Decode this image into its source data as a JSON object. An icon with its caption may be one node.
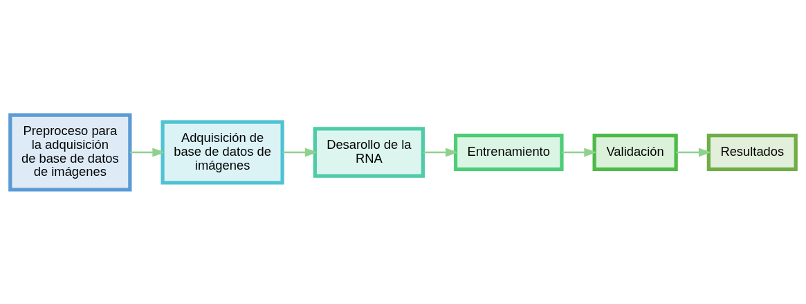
{
  "diagram": {
    "nodes": [
      {
        "text": [
          "Preproceso para la adquisición de base de datos de imágenes"
        ]
      },
      {
        "text": [
          "Adquisición de base de datos de imágenes"
        ]
      },
      {
        "text": [
          "Desarollo de la RNA"
        ]
      },
      {
        "text": [
          "Entrenamiento"
        ]
      },
      {
        "text": [
          "Validación"
        ]
      },
      {
        "text": [
          "Resultados"
        ]
      }
    ],
    "edges": [
      {
        "from": 0,
        "to": 1,
        "arrow": "to"
      },
      {
        "from": 1,
        "to": 2,
        "arrow": "to"
      },
      {
        "from": 2,
        "to": 3,
        "arrow": "to"
      },
      {
        "from": 3,
        "to": 4,
        "arrow": "to"
      },
      {
        "from": 4,
        "to": 5,
        "arrow": "to"
      }
    ]
  }
}
